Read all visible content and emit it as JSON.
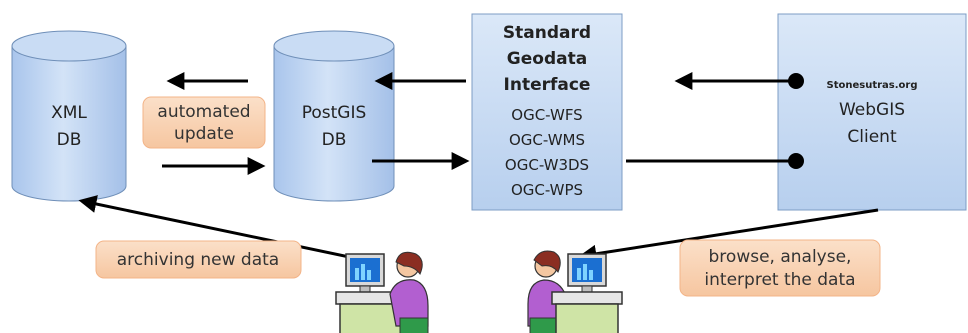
{
  "databases": {
    "xml": {
      "line1": "XML",
      "line2": "DB"
    },
    "postgis": {
      "line1": "PostGIS",
      "line2": "DB"
    }
  },
  "interface": {
    "title_lines": [
      "Standard",
      "Geodata",
      "Interface"
    ],
    "services": [
      "OGC-WFS",
      "OGC-WMS",
      "OGC-W3DS",
      "OGC-WPS"
    ]
  },
  "client": {
    "brand": "Stonesutras.org",
    "line1": "WebGIS",
    "line2": "Client"
  },
  "notes": {
    "automated_update": [
      "automated",
      "update"
    ],
    "archiving": "archiving new data",
    "browse": [
      "browse, analyse,",
      "interpret the data"
    ]
  },
  "users": [
    {
      "icon": "user-at-computer-icon"
    },
    {
      "icon": "user-at-computer-icon"
    }
  ],
  "colors": {
    "cylinder_fill": "#b9d1f0",
    "box_fill": "#c6dbf5",
    "note_fill": "#f9d2b3",
    "note_border": "#f3b488"
  }
}
